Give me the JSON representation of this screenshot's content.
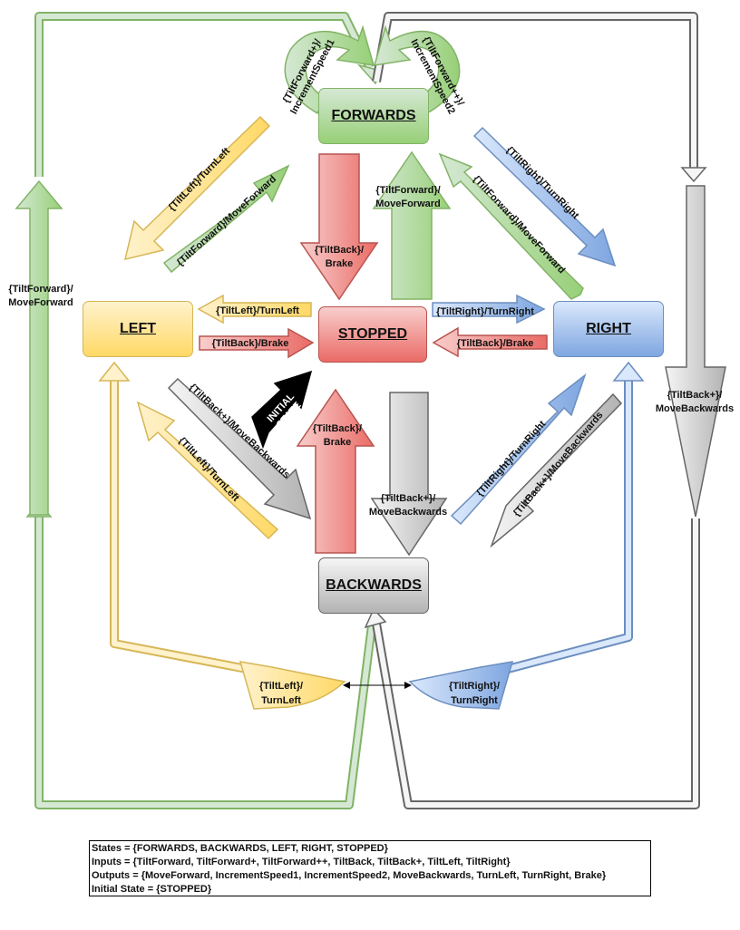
{
  "states": {
    "forwards": "FORWARDS",
    "left": "LEFT",
    "stopped": "STOPPED",
    "right": "RIGHT",
    "backwards": "BACKWARDS"
  },
  "transitions": {
    "fwd_inc1": [
      "{TiltForward+}/",
      "IncrementSpeed1"
    ],
    "fwd_inc2": [
      "{TiltForward++}/",
      "IncrementSpeed2"
    ],
    "fwd_turnleft": "{TiltLeft}/TurnLeft",
    "left_moveforward": "{TiltForward}/MoveForward",
    "fwd_brake": [
      "{TiltBack}/",
      "Brake"
    ],
    "stop_moveforward": [
      "{TiltForward}/",
      "MoveForward"
    ],
    "right_moveforward": "{TiltForward}/MoveForward",
    "fwd_turnright": "{TiltRight}/TurnRight",
    "outer_left_moveforward": [
      "{TiltForward}/",
      "MoveForward"
    ],
    "stop_turnleft": "{TiltLeft}/TurnLeft",
    "left_brake": "{TiltBack}/Brake",
    "stop_turnright": "{TiltRight}/TurnRight",
    "right_brake": "{TiltBack}/Brake",
    "left_movebackwards": "{TiltBack+}/MoveBackwards",
    "initial": [
      "INITIAL",
      "STATE"
    ],
    "back_turnleft": "{TiltLeft}/TurnLeft",
    "back_brake": [
      "{TiltBack}/",
      "Brake"
    ],
    "stop_movebackwards": [
      "{TiltBack+}/",
      "MoveBackwards"
    ],
    "back_turnright": "{TiltRight}/TurnRight",
    "right_movebackwards": "{TiltBack+}/MoveBackwards",
    "outer_right_movebackwards": [
      "{TiltBack+}/",
      "MoveBackwards"
    ],
    "bottom_turnleft": [
      "{TiltLeft}/",
      "TurnLeft"
    ],
    "bottom_turnright": [
      "{TiltRight}/",
      "TurnRight"
    ]
  },
  "legend": {
    "states": "States = {FORWARDS, BACKWARDS, LEFT, RIGHT, STOPPED}",
    "inputs": "Inputs = {TiltForward, TiltForward+, TiltForward++, TiltBack, TiltBack+, TiltLeft, TiltRight}",
    "outputs": "Outputs = {MoveForward, IncrementSpeed1, IncrementSpeed2, MoveBackwards, TurnLeft, TurnRight, Brake}",
    "initial": "Initial State = {STOPPED}"
  },
  "colors": {
    "green": "#97d077",
    "yellow": "#ffd966",
    "red": "#ea6b66",
    "blue": "#7ea6e0",
    "gray": "#b3b3b3",
    "black": "#000000"
  }
}
